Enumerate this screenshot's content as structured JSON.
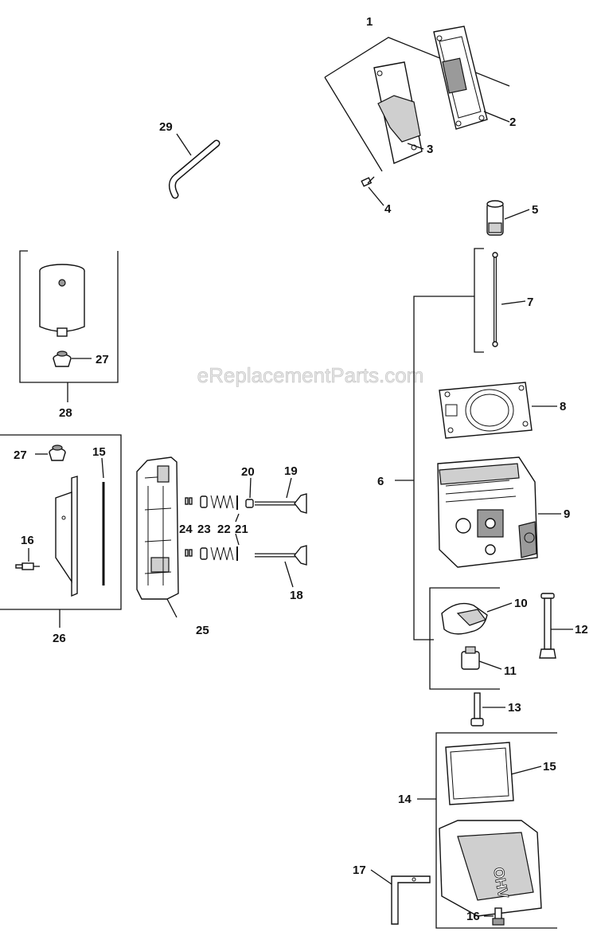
{
  "watermark": "eReplacementParts.com",
  "callouts": {
    "c1": "1",
    "c2": "2",
    "c3": "3",
    "c4": "4",
    "c5": "5",
    "c6": "6",
    "c7": "7",
    "c8": "8",
    "c9": "9",
    "c10": "10",
    "c11": "11",
    "c12": "12",
    "c13": "13",
    "c14": "14",
    "c15a": "15",
    "c15b": "15",
    "c16a": "16",
    "c16b": "16",
    "c17": "17",
    "c18": "18",
    "c19": "19",
    "c20": "20",
    "c21": "21",
    "c22": "22",
    "c23": "23",
    "c24": "24",
    "c25": "25",
    "c26": "26",
    "c27a": "27",
    "c27b": "27",
    "c28": "28",
    "c29": "29"
  },
  "valve_cover_text": "OHV"
}
